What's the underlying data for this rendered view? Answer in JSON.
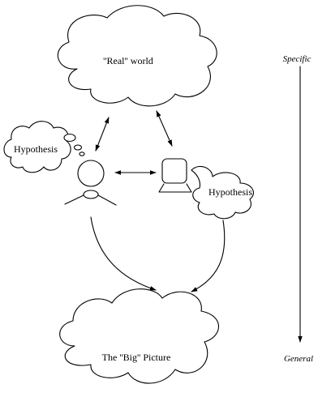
{
  "labels": {
    "real_world": "''Real'' world",
    "big_picture": "The ''Big'' Picture",
    "human_hypothesis": "Hypothesis",
    "computer_hypothesis": "Hypothesis",
    "specific": "Specific",
    "general": "General"
  },
  "elements": {
    "person": "person-icon",
    "computer": "computer-icon",
    "thought_bubble": "thought-bubble",
    "speech_bubble": "speech-bubble"
  }
}
